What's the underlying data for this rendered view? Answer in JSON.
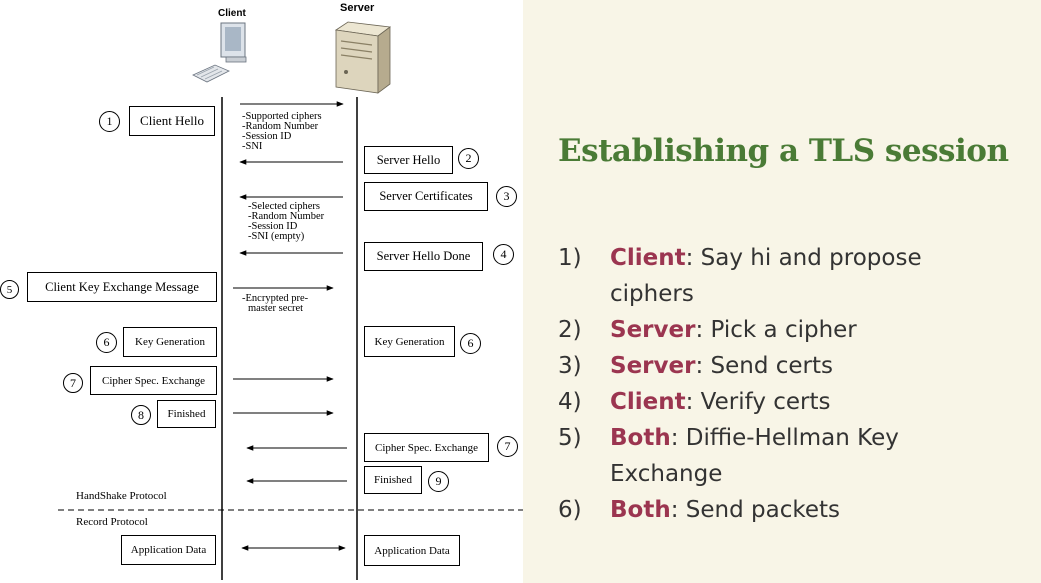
{
  "diagram": {
    "client_label": "Client",
    "server_label": "Server",
    "handshake_protocol_label": "HandShake Protocol",
    "record_protocol_label": "Record Protocol",
    "boxes": {
      "client_hello": "Client Hello",
      "server_hello": "Server Hello",
      "server_certificates": "Server Certificates",
      "server_hello_done": "Server Hello Done",
      "client_key_exchange": "Client Key Exchange Message",
      "client_key_generation": "Key Generation",
      "server_key_generation": "Key Generation",
      "client_cipher_spec": "Cipher Spec. Exchange",
      "client_finished": "Finished",
      "server_cipher_spec": "Cipher Spec. Exchange",
      "server_finished": "Finished",
      "client_app_data": "Application Data",
      "server_app_data": "Application Data"
    },
    "step_numbers": {
      "client_hello": "1",
      "server_hello": "2",
      "server_certificates": "3",
      "server_hello_done": "4",
      "client_key_exchange": "5",
      "client_key_generation": "6",
      "server_key_generation": "6",
      "client_cipher_spec": "7",
      "client_finished": "8",
      "server_cipher_spec": "7",
      "server_finished": "9"
    },
    "client_hello_details": [
      "-Supported ciphers",
      "-Random Number",
      "-Session ID",
      "-SNI"
    ],
    "server_hello_details": [
      "-Selected ciphers",
      "-Random Number",
      "-Session ID",
      "-SNI (empty)"
    ],
    "key_exchange_details": [
      "-Encrypted pre-",
      "master secret"
    ]
  },
  "slide": {
    "title": "Establishing a TLS session",
    "steps": [
      {
        "num": "1)",
        "who": "Client",
        "text": ": Say hi and propose ciphers"
      },
      {
        "num": "2)",
        "who": "Server",
        "text": ": Pick a cipher"
      },
      {
        "num": "3)",
        "who": "Server",
        "text": ": Send certs"
      },
      {
        "num": "4)",
        "who": "Client",
        "text": ": Verify certs"
      },
      {
        "num": "5)",
        "who": "Both",
        "text": ": Diffie-Hellman Key Exchange"
      },
      {
        "num": "6)",
        "who": "Both",
        "text": ": Send packets"
      }
    ]
  },
  "colors": {
    "title": "#4a7b36",
    "actor": "#9b3550",
    "panel_background": "#f8f5e7",
    "body_text": "#333333"
  }
}
